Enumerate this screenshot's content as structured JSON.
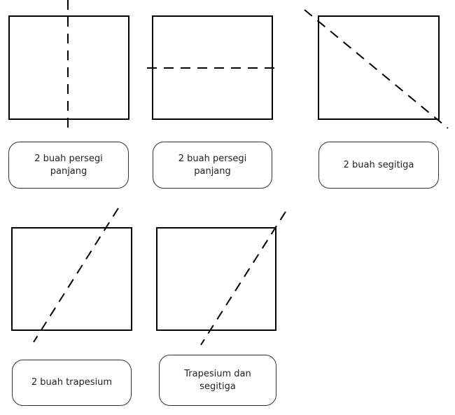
{
  "labels": [
    "2 buah persegi panjang",
    "2 buah persegi panjang",
    "2 buah segitiga",
    "2 buah trapesium",
    "Trapesium dan segitiga"
  ]
}
